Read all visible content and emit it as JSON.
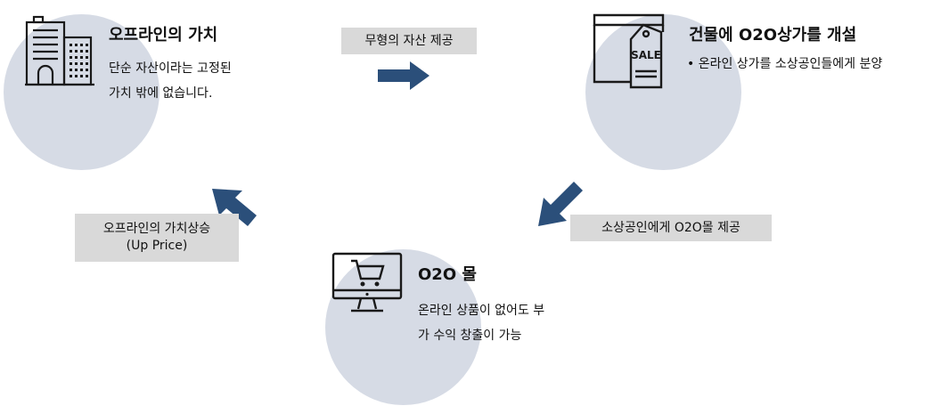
{
  "nodes": [
    {
      "id": "offline-value",
      "title": "오프라인의 가치",
      "lines": [
        "단순 자산이라는 고정된",
        "가치 밖에 없습니다."
      ],
      "icon": "building-icon"
    },
    {
      "id": "o2o-store",
      "title": "건물에 O2O상가를 개설",
      "lines": [
        "• 온라인 상가를 소상공인들에게 분양"
      ],
      "icon": "sale-tag-icon"
    },
    {
      "id": "o2o-mall",
      "title": "O2O 몰",
      "lines": [
        "온라인 상품이 없어도 부",
        "가 수익 창출이 가능"
      ],
      "icon": "monitor-cart-icon"
    }
  ],
  "edges": [
    {
      "label": "무형의 자산 제공"
    },
    {
      "label": "소상공인에게 O2O몰 제공"
    },
    {
      "label_lines": [
        "오프라인의 가치상승",
        "(Up Price)"
      ]
    }
  ],
  "colors": {
    "circle": "#d6dbe5",
    "arrow": "#2b4f7a",
    "label_box": "#d9d9d9",
    "icon_stroke": "#1a1a1a"
  }
}
